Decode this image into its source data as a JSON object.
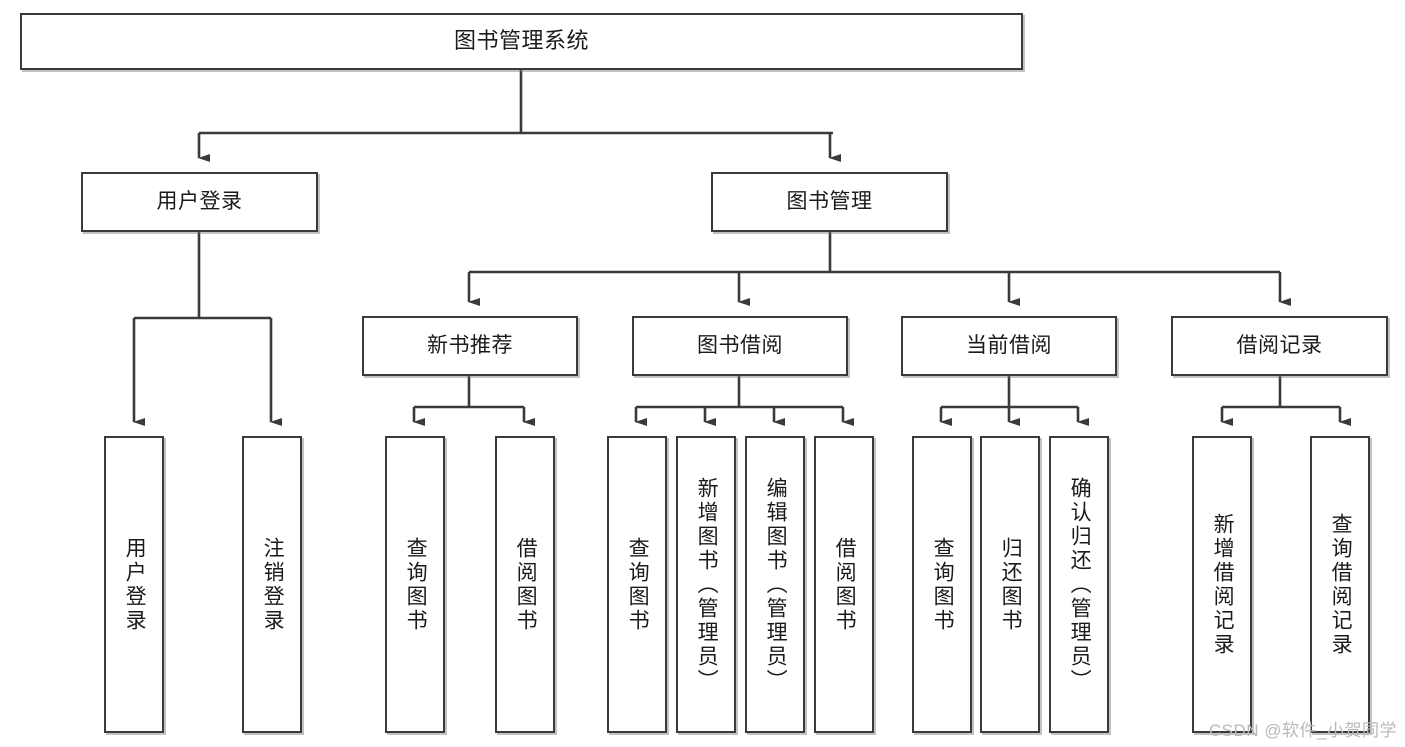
{
  "diagram": {
    "type": "tree",
    "title": "图书管理系统",
    "watermark": "CSDN @软件_小贺同学",
    "colors": {
      "stroke": "#3a3a3a",
      "fill": "#ffffff",
      "text": "#1b1b1b",
      "watermark": "#b9b9b9"
    },
    "root": {
      "label": "图书管理系统"
    },
    "level1": [
      {
        "label": "用户登录"
      },
      {
        "label": "图书管理"
      }
    ],
    "level2": [
      {
        "label": "新书推荐"
      },
      {
        "label": "图书借阅"
      },
      {
        "label": "当前借阅"
      },
      {
        "label": "借阅记录"
      }
    ],
    "leaves": {
      "user_login": [
        {
          "label": "用户登录"
        },
        {
          "label": "注销登录"
        }
      ],
      "new_book": [
        {
          "label": "查询图书"
        },
        {
          "label": "借阅图书"
        }
      ],
      "book_borrow": [
        {
          "label": "查询图书"
        },
        {
          "label": "新增图书（管理员）"
        },
        {
          "label": "编辑图书（管理员）"
        },
        {
          "label": "借阅图书"
        }
      ],
      "current_borrow": [
        {
          "label": "查询图书"
        },
        {
          "label": "归还图书"
        },
        {
          "label": "确认归还（管理员）"
        }
      ],
      "borrow_record": [
        {
          "label": "新增借阅记录"
        },
        {
          "label": "查询借阅记录"
        }
      ]
    }
  }
}
